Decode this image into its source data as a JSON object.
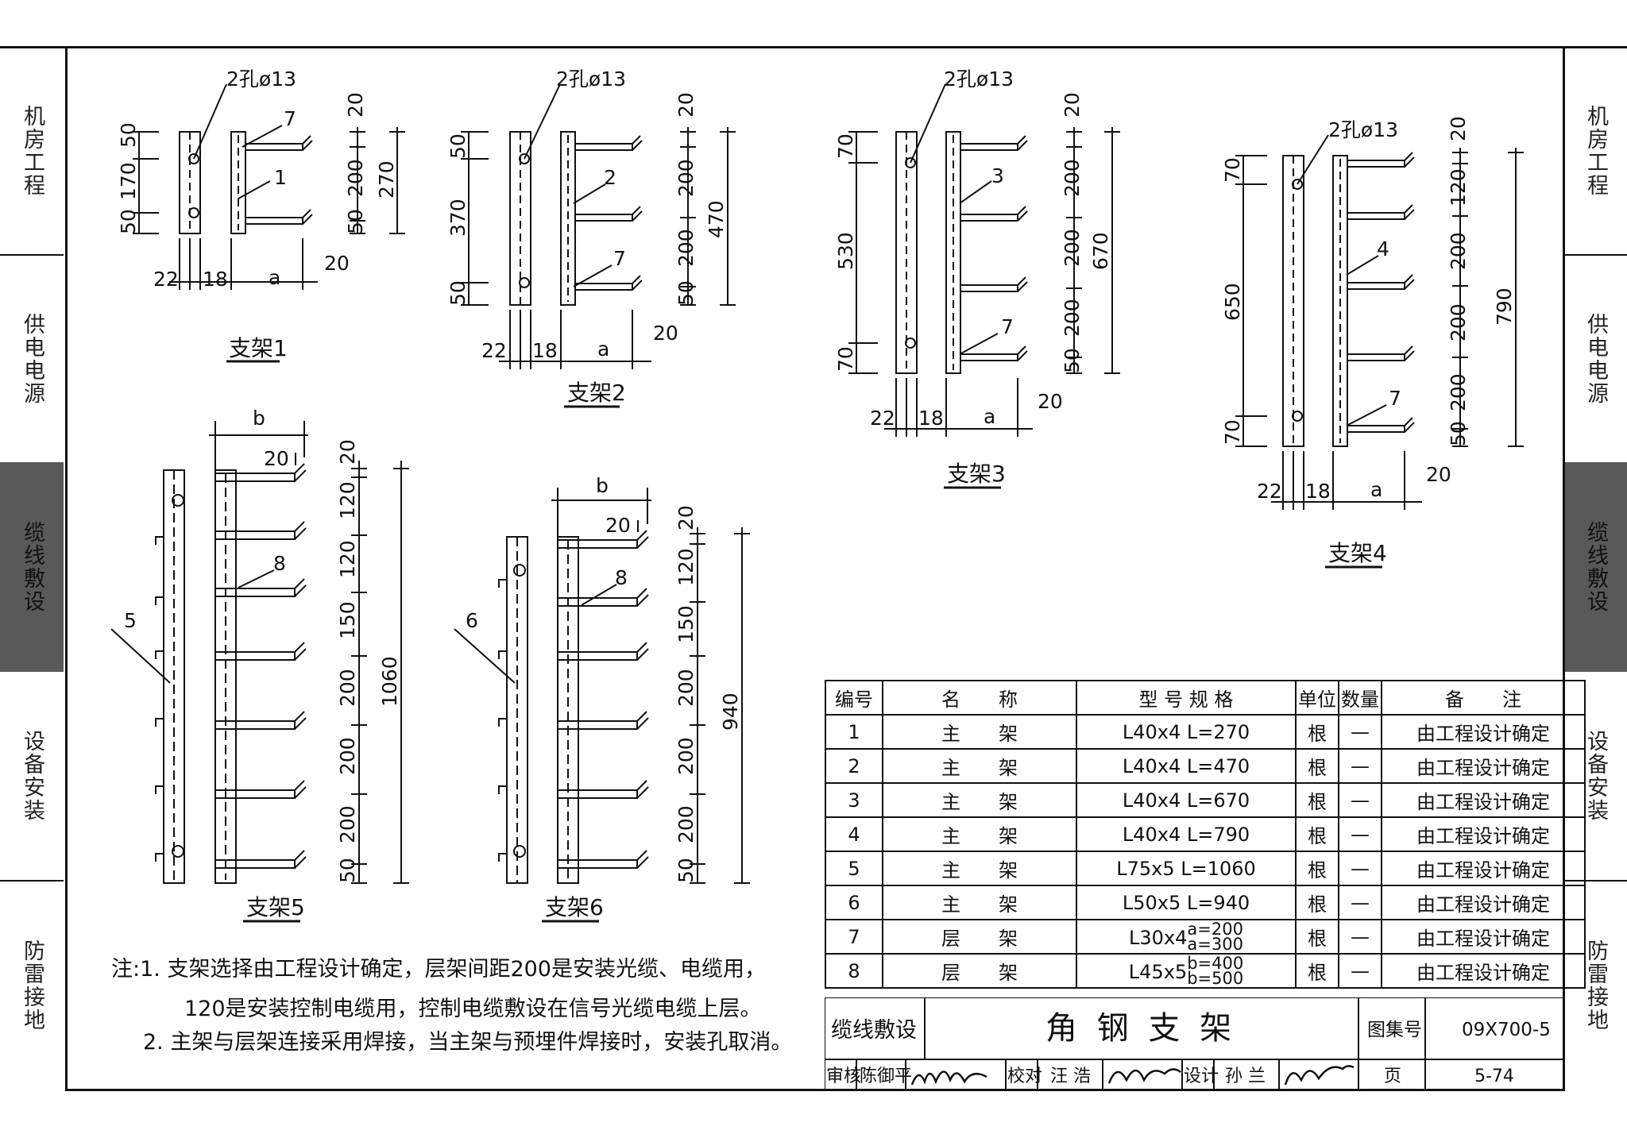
{
  "sidebar": {
    "left": [
      "机房工程",
      "供电电源",
      "缆线敷设",
      "设备安装",
      "防雷接地"
    ],
    "right": [
      "机房工程",
      "供电电源",
      "缆线敷设",
      "设备安装",
      "防雷接地"
    ],
    "active_index": 2,
    "active_color": "#595959"
  },
  "drawings": {
    "b1": {
      "label": "支架1",
      "hole": "2孔ø13",
      "main_no": "1",
      "tier_no": "7",
      "left_dims": [
        "50",
        "170",
        "50"
      ],
      "right_dims": [
        "20",
        "200",
        "50"
      ],
      "total": "270",
      "bottom": [
        "22",
        "18",
        "a",
        "20"
      ]
    },
    "b2": {
      "label": "支架2",
      "hole": "2孔ø13",
      "main_no": "2",
      "tier_no": "7",
      "left_dims": [
        "50",
        "370",
        "50"
      ],
      "right_dims": [
        "20",
        "200",
        "200",
        "50"
      ],
      "total": "470",
      "bottom": [
        "22",
        "18",
        "a",
        "20"
      ]
    },
    "b3": {
      "label": "支架3",
      "hole": "2孔ø13",
      "main_no": "3",
      "tier_no": "7",
      "left_dims": [
        "70",
        "530",
        "70"
      ],
      "right_dims": [
        "20",
        "200",
        "200",
        "200",
        "50"
      ],
      "total": "670",
      "bottom": [
        "22",
        "18",
        "a",
        "20"
      ]
    },
    "b4": {
      "label": "支架4",
      "hole": "2孔ø13",
      "main_no": "4",
      "tier_no": "7",
      "left_dims": [
        "70",
        "650",
        "70"
      ],
      "right_dims": [
        "20",
        "120",
        "200",
        "200",
        "200",
        "50"
      ],
      "total": "790",
      "bottom": [
        "22",
        "18",
        "a",
        "20"
      ]
    },
    "b5": {
      "label": "支架5",
      "main_no": "5",
      "tier_no": "8",
      "top_b": "b",
      "top_20": "20",
      "right_dims": [
        "20",
        "120",
        "120",
        "150",
        "200",
        "200",
        "200",
        "50"
      ],
      "total": "1060"
    },
    "b6": {
      "label": "支架6",
      "main_no": "6",
      "tier_no": "8",
      "top_b": "b",
      "top_20": "20",
      "right_dims": [
        "20",
        "120",
        "150",
        "200",
        "200",
        "200",
        "50"
      ],
      "total": "940"
    }
  },
  "notes": {
    "line1": "注:1.  支架选择由工程设计确定，层架间距200是安装光缆、电缆用，",
    "line2": "120是安装控制电缆用，控制电缆敷设在信号光缆电缆上层。",
    "line3": "2.  主架与层架连接采用焊接，当主架与预埋件焊接时，安装孔取消。"
  },
  "bom": {
    "headers": [
      "编号",
      "名　　称",
      "型 号 规 格",
      "单位",
      "数量",
      "备　　注"
    ],
    "rows": [
      {
        "no": "1",
        "name": "主　　架",
        "spec": "L40x4  L=270",
        "unit": "根",
        "qty": "—",
        "remark": "由工程设计确定"
      },
      {
        "no": "2",
        "name": "主　　架",
        "spec": "L40x4  L=470",
        "unit": "根",
        "qty": "—",
        "remark": "由工程设计确定"
      },
      {
        "no": "3",
        "name": "主　　架",
        "spec": "L40x4  L=670",
        "unit": "根",
        "qty": "—",
        "remark": "由工程设计确定"
      },
      {
        "no": "4",
        "name": "主　　架",
        "spec": "L40x4  L=790",
        "unit": "根",
        "qty": "—",
        "remark": "由工程设计确定"
      },
      {
        "no": "5",
        "name": "主　　架",
        "spec": "L75x5  L=1060",
        "unit": "根",
        "qty": "—",
        "remark": "由工程设计确定"
      },
      {
        "no": "6",
        "name": "主　　架",
        "spec": "L50x5  L=940",
        "unit": "根",
        "qty": "—",
        "remark": "由工程设计确定"
      },
      {
        "no": "7",
        "name": "层　　架",
        "spec_main": "L30x4",
        "spec_a": "a=200",
        "spec_b": "a=300",
        "unit": "根",
        "qty": "—",
        "remark": "由工程设计确定"
      },
      {
        "no": "8",
        "name": "层　　架",
        "spec_main": "L45x5",
        "spec_a": "b=400",
        "spec_b": "b=500",
        "unit": "根",
        "qty": "—",
        "remark": "由工程设计确定"
      }
    ]
  },
  "title_block": {
    "section": "缆线敷设",
    "title": "角 钢 支 架",
    "atlas_label": "图集号",
    "atlas_no": "09X700-5",
    "review_label": "审核",
    "reviewer": "陈御平",
    "check_label": "校对",
    "checker": "汪 浩",
    "design_label": "设计",
    "designer": "孙 兰",
    "page_label": "页",
    "page_no": "5-74"
  }
}
